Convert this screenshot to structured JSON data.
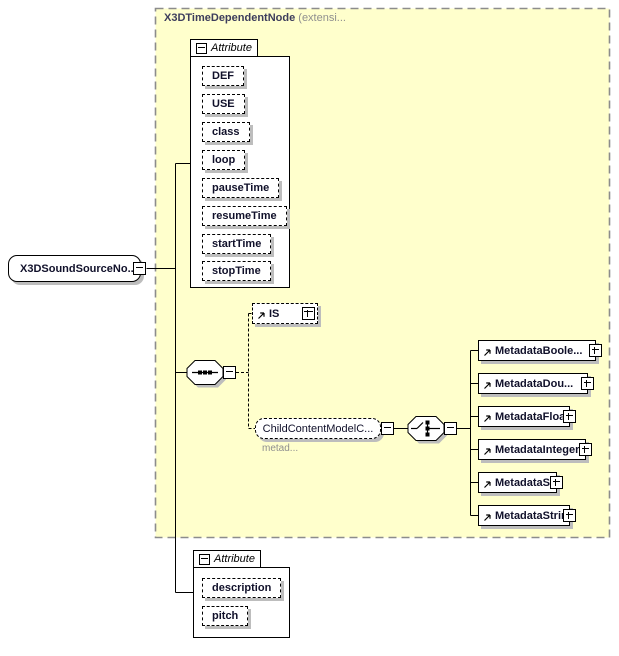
{
  "palette": {
    "extension_bg": "#FFFFCC",
    "extension_border": "#8C8C8C",
    "shadow": "#BDBDBD",
    "header_text": "#3D3D5C",
    "muted_text": "#8F8F8F"
  },
  "root_node": {
    "label": "X3DSoundSourceNo..."
  },
  "extension_block": {
    "title": "X3DTimeDependentNode",
    "title_suffix": "(extensi...",
    "attribute_group": {
      "label": "Attribute",
      "attributes": [
        "DEF",
        "USE",
        "class",
        "loop",
        "pauseTime",
        "resumeTime",
        "startTime",
        "stopTime"
      ]
    },
    "is_node": {
      "label": "IS"
    },
    "child_content_node": {
      "label": "ChildContentModelC...",
      "annotation": "metad..."
    },
    "metadata_nodes": [
      "MetadataBoole...",
      "MetadataDou...",
      "MetadataFloat",
      "MetadataInteger",
      "MetadataSet",
      "MetadataString"
    ]
  },
  "local_attribute_group": {
    "label": "Attribute",
    "attributes": [
      "description",
      "pitch"
    ]
  },
  "icons": {
    "collapse": "minus-box",
    "expand": "plus-box",
    "reference": "northeast-arrow",
    "sequence": "sequence-connector",
    "choice": "choice-connector"
  }
}
